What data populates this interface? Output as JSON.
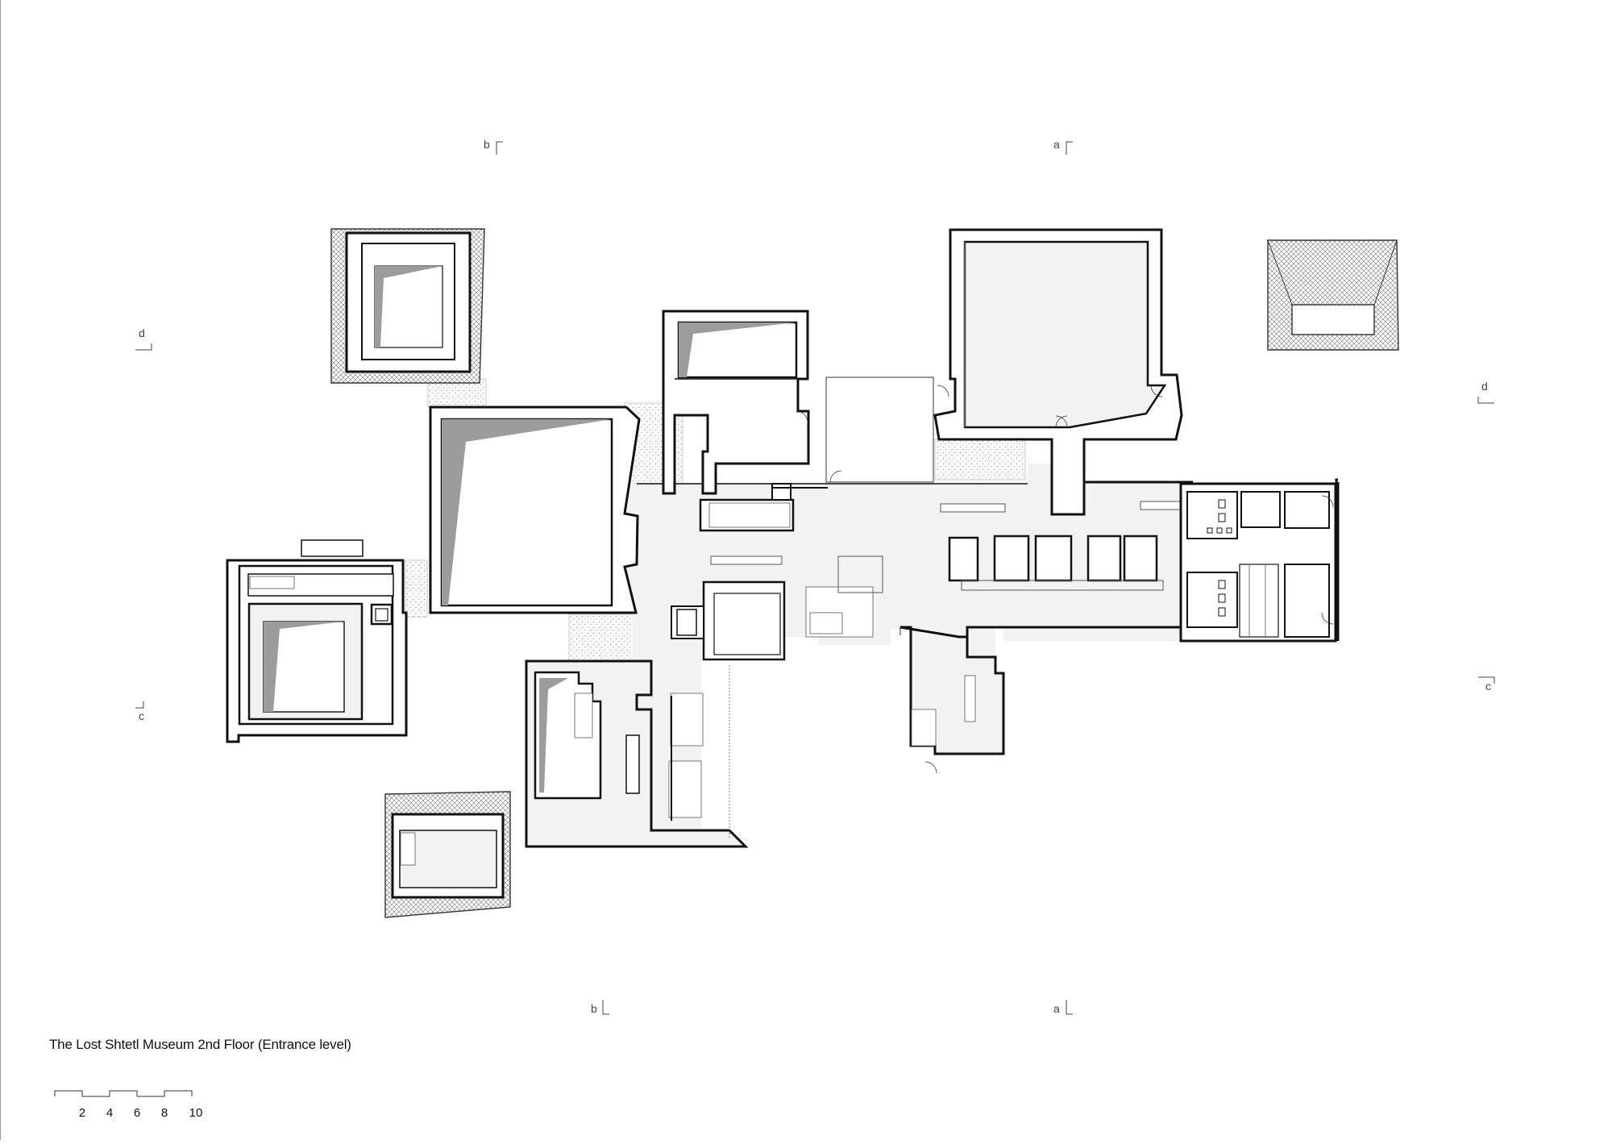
{
  "drawing": {
    "title": "The Lost Shtetl Museum 2nd Floor (Entrance level)",
    "section_markers": [
      {
        "id": "b-top",
        "letter": "b"
      },
      {
        "id": "a-top",
        "letter": "a"
      },
      {
        "id": "d-left",
        "letter": "d"
      },
      {
        "id": "d-right",
        "letter": "d"
      },
      {
        "id": "c-left",
        "letter": "c"
      },
      {
        "id": "c-right",
        "letter": "c"
      },
      {
        "id": "b-bottom",
        "letter": "b"
      },
      {
        "id": "a-bottom",
        "letter": "a"
      }
    ],
    "scale_bar": {
      "labels": [
        "2",
        "4",
        "6",
        "8",
        "10"
      ]
    },
    "colors": {
      "wall": "#111111",
      "floor": "#f2f2f0",
      "skylight_shadow": "#9c9c9c",
      "hatch": "#777777"
    }
  }
}
